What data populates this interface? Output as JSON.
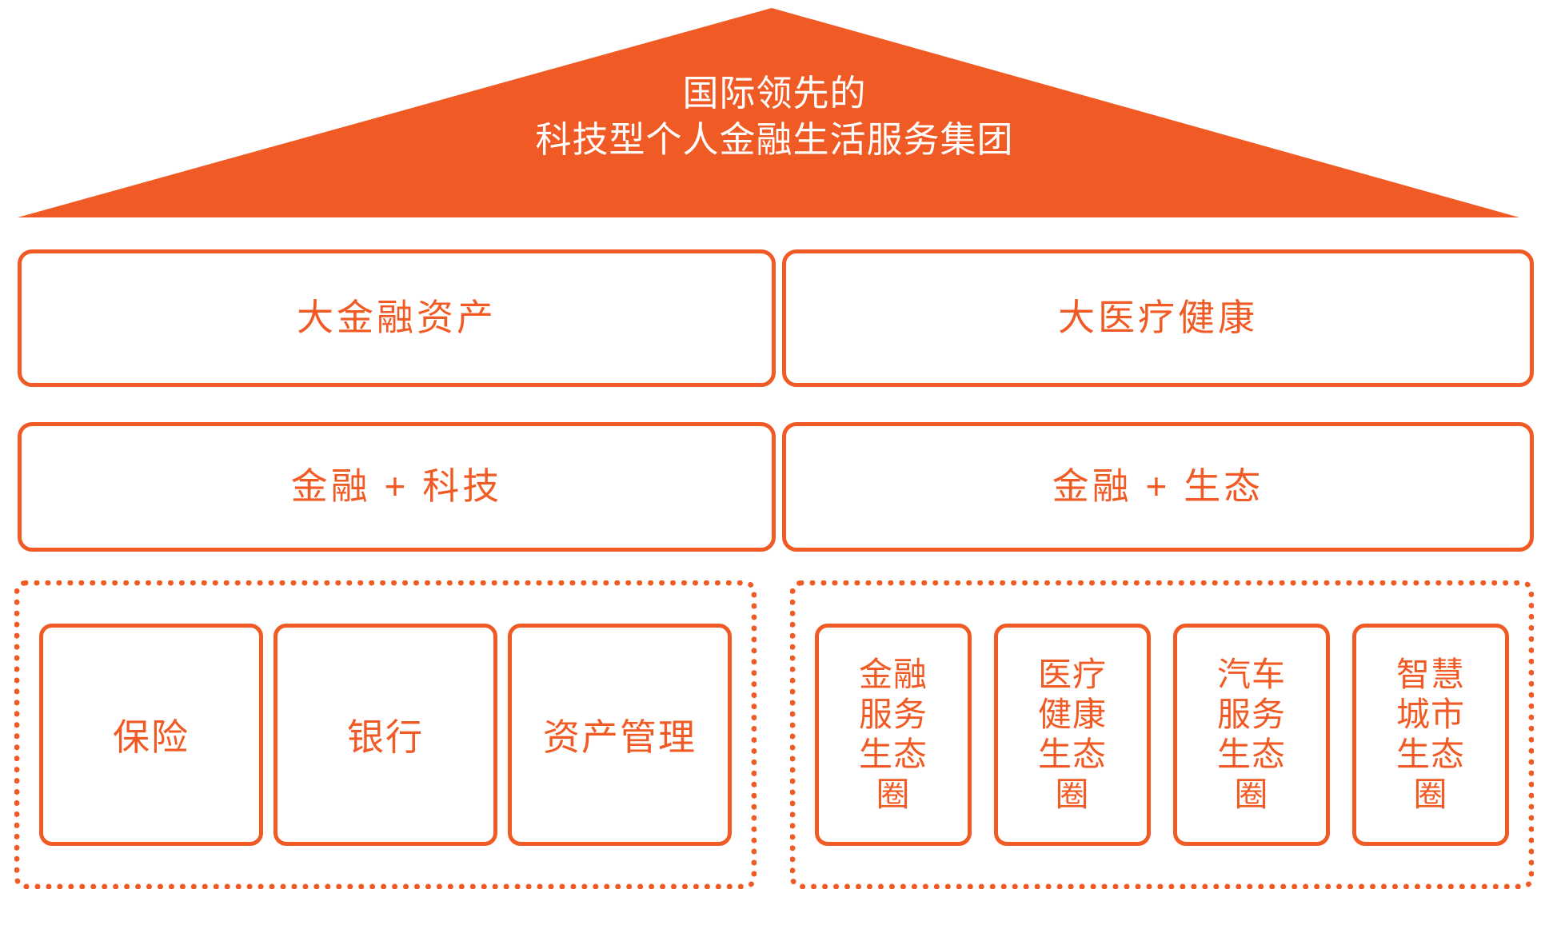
{
  "theme": {
    "accent": "#F05A24",
    "background": "#FFFFFF",
    "roof_text_color": "#FFFFFF"
  },
  "roof": {
    "name": "vision-statement",
    "line1": "国际领先的",
    "line2": "科技型个人金融生活服务集团",
    "text": "国际领先的\n科技型个人金融生活服务集团"
  },
  "tier1": {
    "left": {
      "label": "大金融资产"
    },
    "right": {
      "label": "大医疗健康"
    }
  },
  "tier2": {
    "left": {
      "label": "金融 + 科技"
    },
    "right": {
      "label": "金融 + 生态"
    }
  },
  "tier3": {
    "left_group": {
      "items": [
        {
          "label": "保险"
        },
        {
          "label": "银行"
        },
        {
          "label": "资产管理"
        }
      ]
    },
    "right_group": {
      "items": [
        {
          "label": "金融服务生态圈"
        },
        {
          "label": "医疗健康生态圈"
        },
        {
          "label": "汽车服务生态圈"
        },
        {
          "label": "智慧城市生态圈"
        }
      ]
    }
  }
}
